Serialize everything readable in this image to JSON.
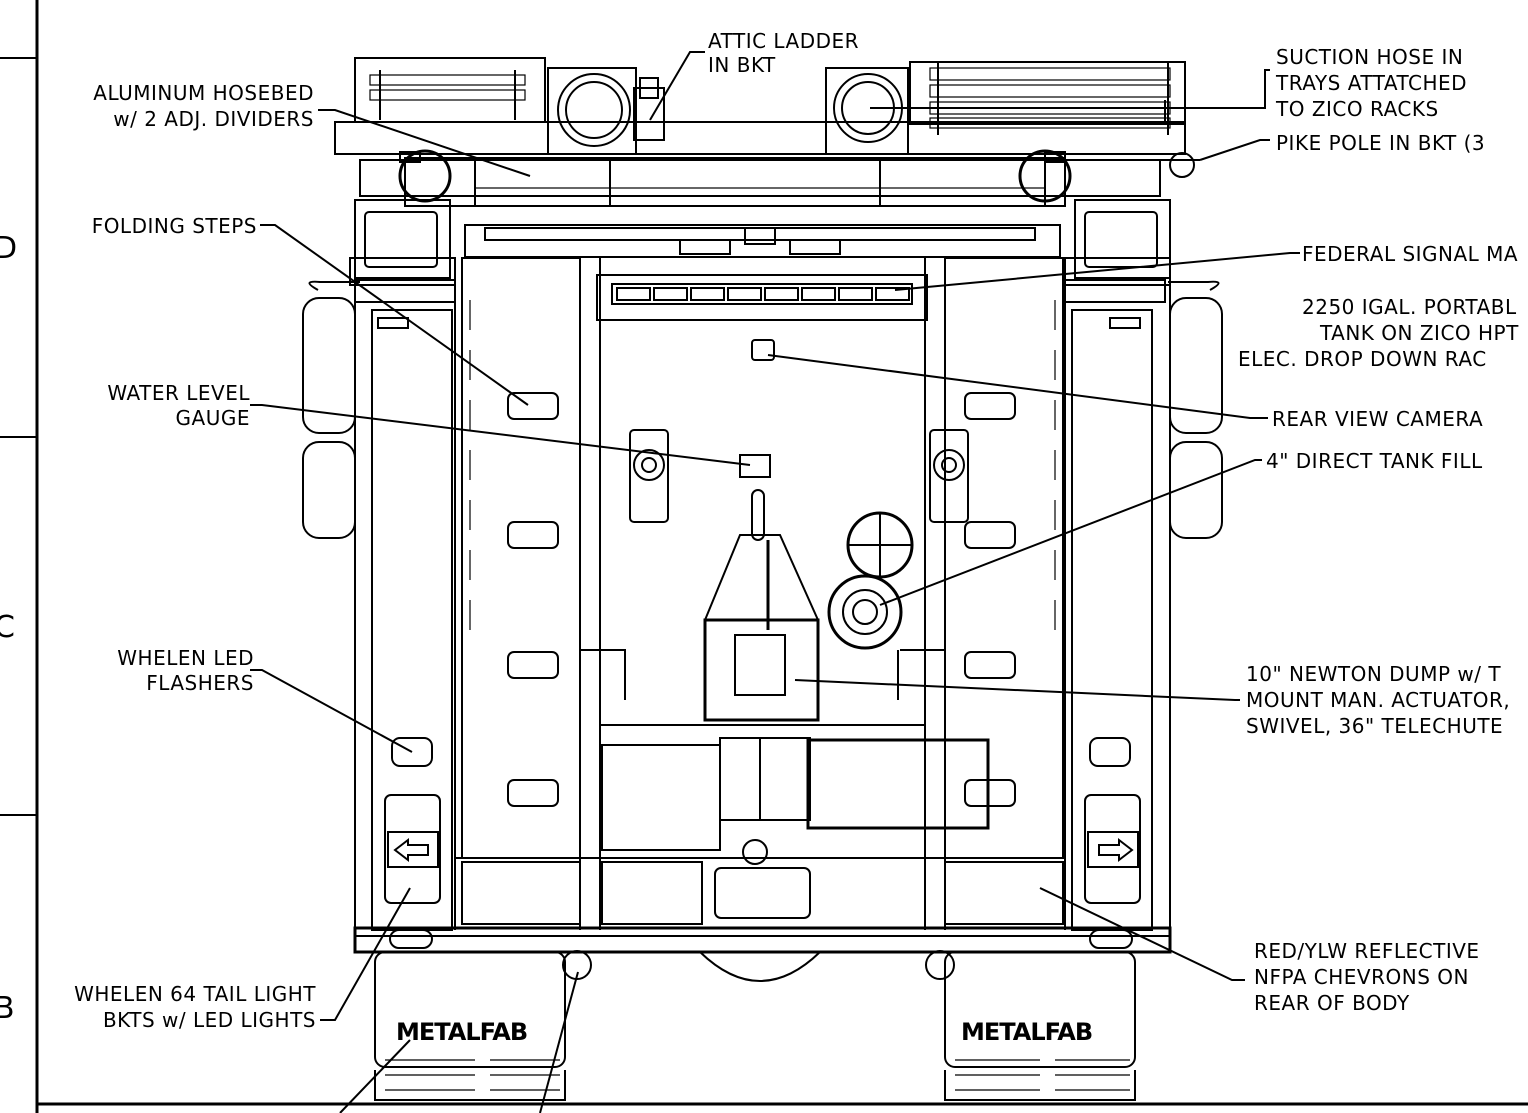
{
  "zone_letters": [
    "D",
    "C",
    "B"
  ],
  "callouts": {
    "attic_ladder": [
      "ATTIC LADDER",
      "IN BKT"
    ],
    "aluminum_hosebed": [
      "ALUMINUM HOSEBED",
      "w/ 2 ADJ. DIVIDERS"
    ],
    "suction_hose": [
      "SUCTION HOSE IN",
      "TRAYS ATTATCHED",
      "TO ZICO RACKS"
    ],
    "pike_pole": [
      "PIKE POLE IN BKT (3"
    ],
    "folding_steps": [
      "FOLDING STEPS"
    ],
    "federal_signal": [
      "FEDERAL SIGNAL MA"
    ],
    "portable_tank": [
      "2250 IGAL. PORTABL",
      "TANK ON ZICO HPT",
      "ELEC. DROP DOWN RAC"
    ],
    "water_level": [
      "WATER LEVEL",
      "GAUGE"
    ],
    "rear_camera": [
      "REAR VIEW CAMERA"
    ],
    "tank_fill": [
      "4\" DIRECT TANK FILL"
    ],
    "whelen_flashers": [
      "WHELEN LED",
      "FLASHERS"
    ],
    "newton_dump": [
      "10\" NEWTON DUMP w/ T",
      "MOUNT MAN. ACTUATOR,",
      "SWIVEL, 36\" TELECHUTE"
    ],
    "chevrons": [
      "RED/YLW REFLECTIVE",
      "NFPA CHEVRONS ON",
      "REAR OF BODY"
    ],
    "tail_lights": [
      "WHELEN 64 TAIL LIGHT",
      "BKTS w/ LED LIGHTS"
    ]
  },
  "mudflap_logo": "METALFAB"
}
